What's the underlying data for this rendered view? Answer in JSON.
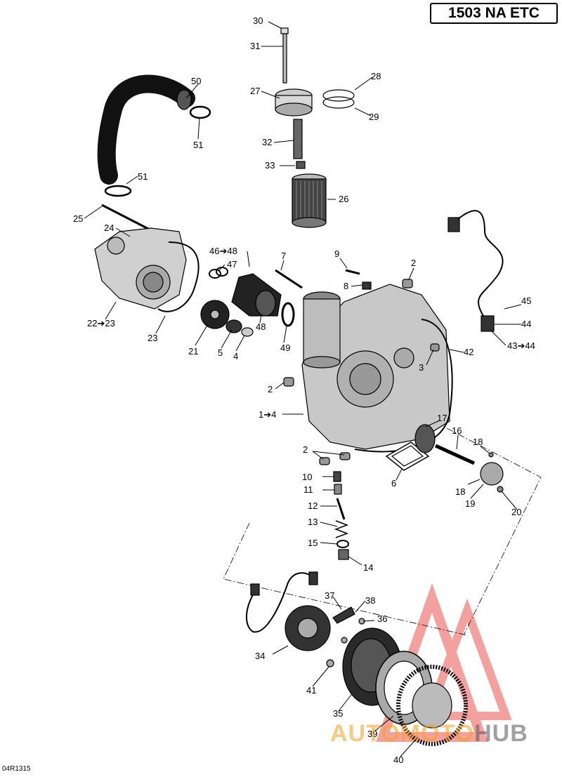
{
  "header": {
    "model_title": "1503 NA ETC"
  },
  "footer": {
    "doc_code": "04R1315"
  },
  "watermark": {
    "part1": "AUTO",
    "part2": "MOTO",
    "part3": "HUB",
    "accent": "#e8302a"
  },
  "callouts": {
    "c1": "1➔4",
    "c2a": "2",
    "c2b": "2",
    "c2c": "2",
    "c3": "3",
    "c4": "4",
    "c5": "5",
    "c6": "6",
    "c7": "7",
    "c8": "8",
    "c9": "9",
    "c10": "10",
    "c11": "11",
    "c12": "12",
    "c13": "13",
    "c14": "14",
    "c15": "15",
    "c16": "16",
    "c17": "17",
    "c18a": "18",
    "c18b": "18",
    "c19": "19",
    "c20": "20",
    "c21": "21",
    "c22": "22➔23",
    "c23": "23",
    "c24": "24",
    "c25": "25",
    "c26": "26",
    "c27": "27",
    "c28": "28",
    "c29": "29",
    "c30": "30",
    "c31": "31",
    "c32": "32",
    "c33": "33",
    "c34": "34",
    "c35": "35",
    "c36": "36",
    "c37": "37",
    "c38": "38",
    "c39": "39",
    "c40": "40",
    "c41": "41",
    "c42": "42",
    "c43": "43➔44",
    "c44": "44",
    "c45": "45",
    "c46": "46➔48",
    "c47": "47",
    "c48": "48",
    "c49": "49",
    "c50": "50",
    "c51a": "51",
    "c51b": "51"
  }
}
